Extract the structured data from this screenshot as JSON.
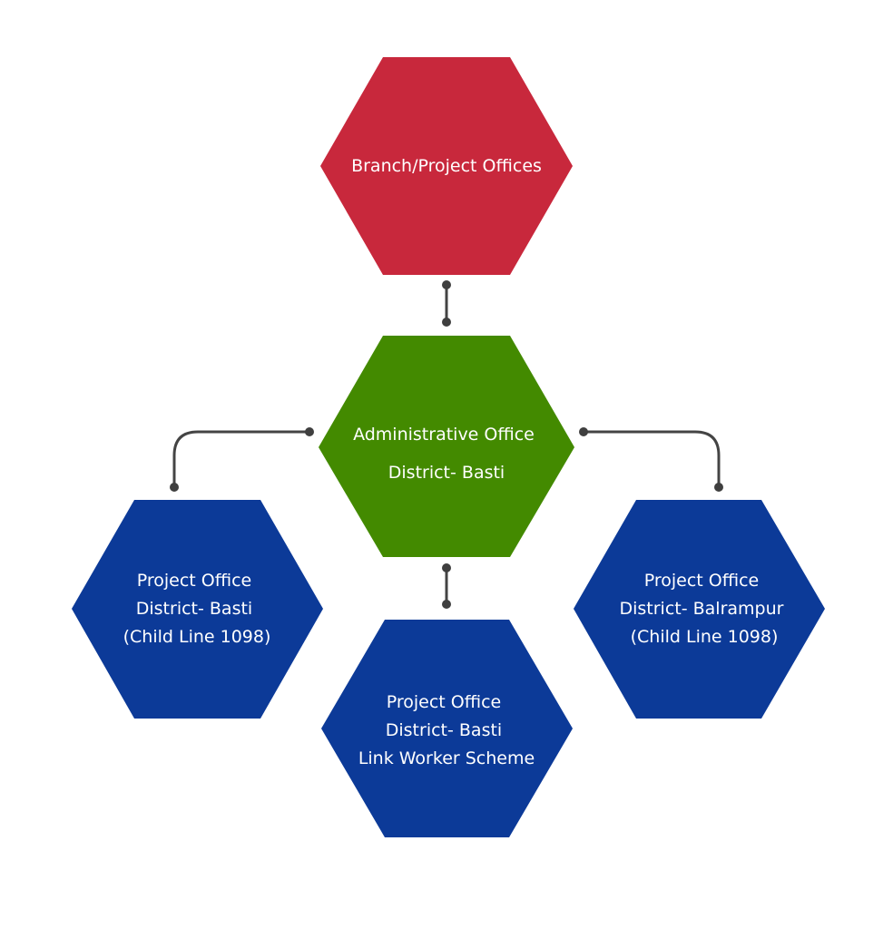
{
  "colors": {
    "branch": "#c8283c",
    "admin": "#438a00",
    "project": "#0c3a98",
    "connector": "#444444"
  },
  "nodes": {
    "branch": {
      "lines": [
        "Branch/Project Offices"
      ]
    },
    "admin": {
      "lines": [
        "Administrative Office",
        "District- Basti"
      ]
    },
    "project_left": {
      "lines": [
        "Project Office",
        "District- Basti",
        "(Child Line 1098)"
      ]
    },
    "project_center": {
      "lines": [
        "Project Office",
        "District- Basti",
        "Link Worker Scheme"
      ]
    },
    "project_right": {
      "lines": [
        "Project Office",
        "District- Balrampur",
        "(Child Line 1098)"
      ]
    }
  }
}
